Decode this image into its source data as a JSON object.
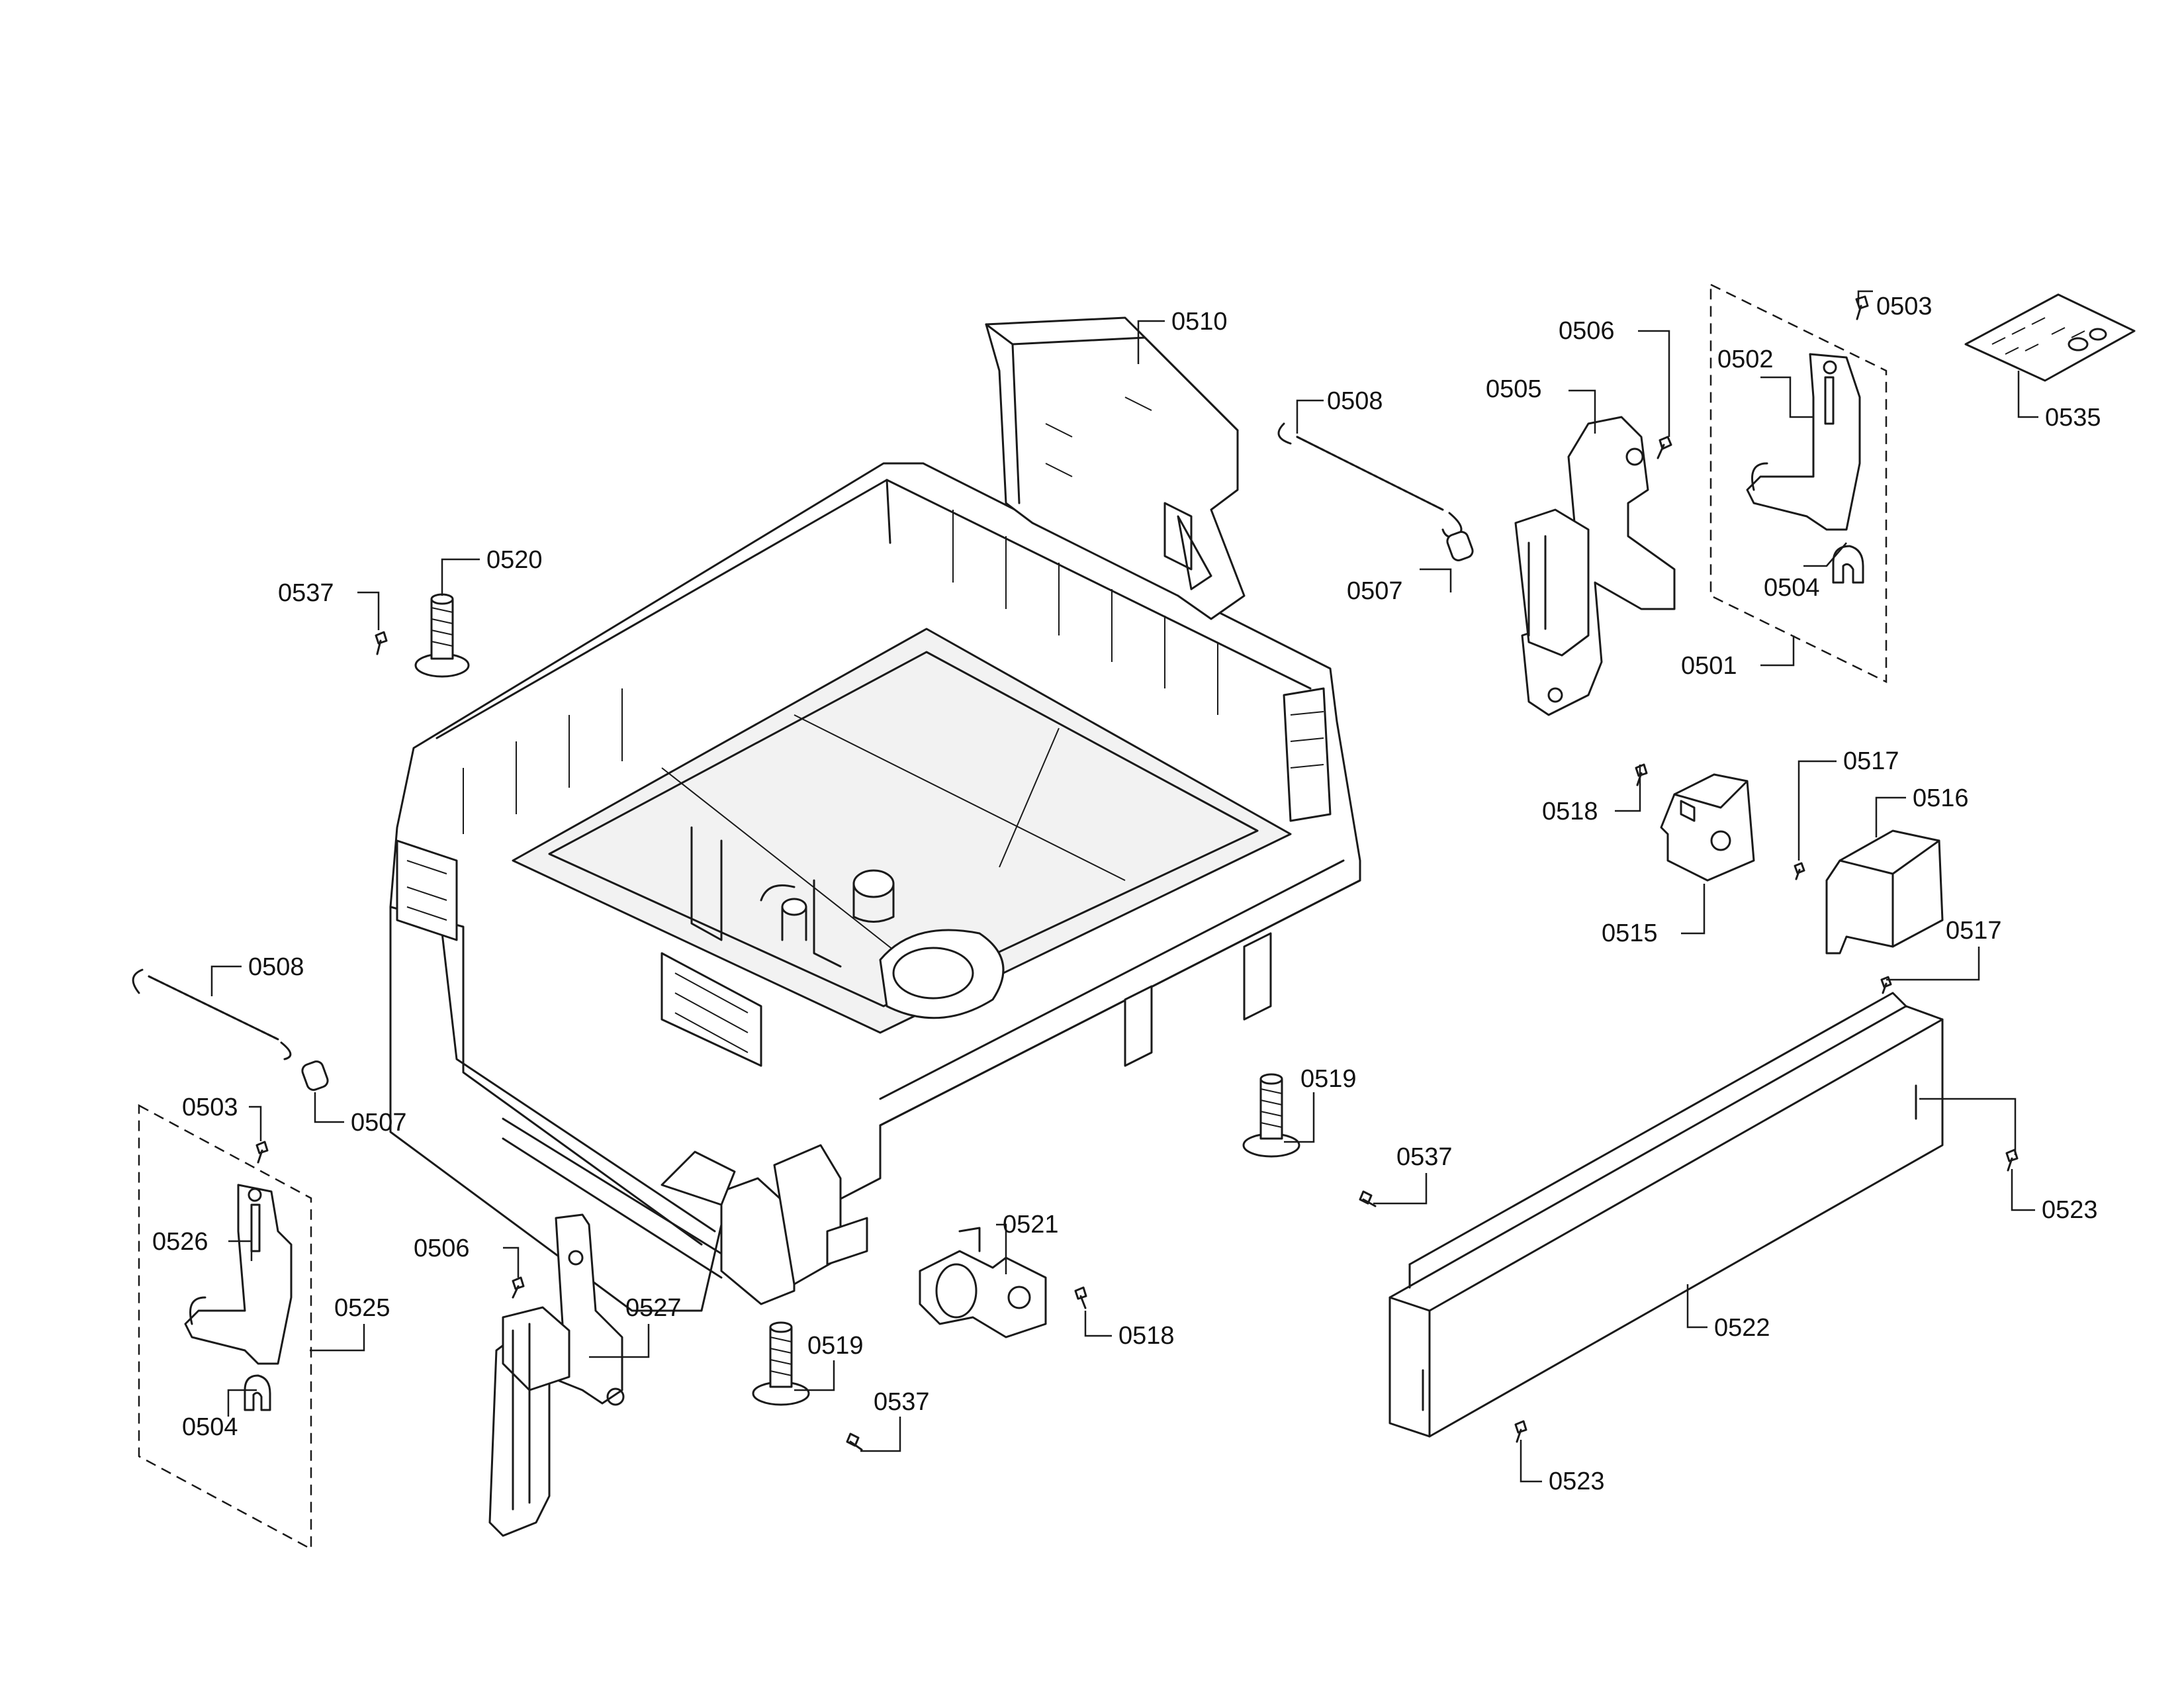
{
  "callouts": [
    {
      "id": "c0510",
      "text": "0510"
    },
    {
      "id": "c0508a",
      "text": "0508"
    },
    {
      "id": "c0506a",
      "text": "0506"
    },
    {
      "id": "c0503a",
      "text": "0503"
    },
    {
      "id": "c0502",
      "text": "0502"
    },
    {
      "id": "c0505",
      "text": "0505"
    },
    {
      "id": "c0535",
      "text": "0535"
    },
    {
      "id": "c0537a",
      "text": "0537"
    },
    {
      "id": "c0520",
      "text": "0520"
    },
    {
      "id": "c0507a",
      "text": "0507"
    },
    {
      "id": "c0504a",
      "text": "0504"
    },
    {
      "id": "c0501",
      "text": "0501"
    },
    {
      "id": "c0518a",
      "text": "0518"
    },
    {
      "id": "c0517a",
      "text": "0517"
    },
    {
      "id": "c0516",
      "text": "0516"
    },
    {
      "id": "c0515",
      "text": "0515"
    },
    {
      "id": "c0517b",
      "text": "0517"
    },
    {
      "id": "c0508b",
      "text": "0508"
    },
    {
      "id": "c0507b",
      "text": "0507"
    },
    {
      "id": "c0503b",
      "text": "0503"
    },
    {
      "id": "c0519a",
      "text": "0519"
    },
    {
      "id": "c0537b",
      "text": "0537"
    },
    {
      "id": "c0523a",
      "text": "0523"
    },
    {
      "id": "c0526",
      "text": "0526"
    },
    {
      "id": "c0521",
      "text": "0521"
    },
    {
      "id": "c0506b",
      "text": "0506"
    },
    {
      "id": "c0525",
      "text": "0525"
    },
    {
      "id": "c0527",
      "text": "0527"
    },
    {
      "id": "c0518b",
      "text": "0518"
    },
    {
      "id": "c0522",
      "text": "0522"
    },
    {
      "id": "c0519b",
      "text": "0519"
    },
    {
      "id": "c0537c",
      "text": "0537"
    },
    {
      "id": "c0504b",
      "text": "0504"
    },
    {
      "id": "c0523b",
      "text": "0523"
    }
  ]
}
